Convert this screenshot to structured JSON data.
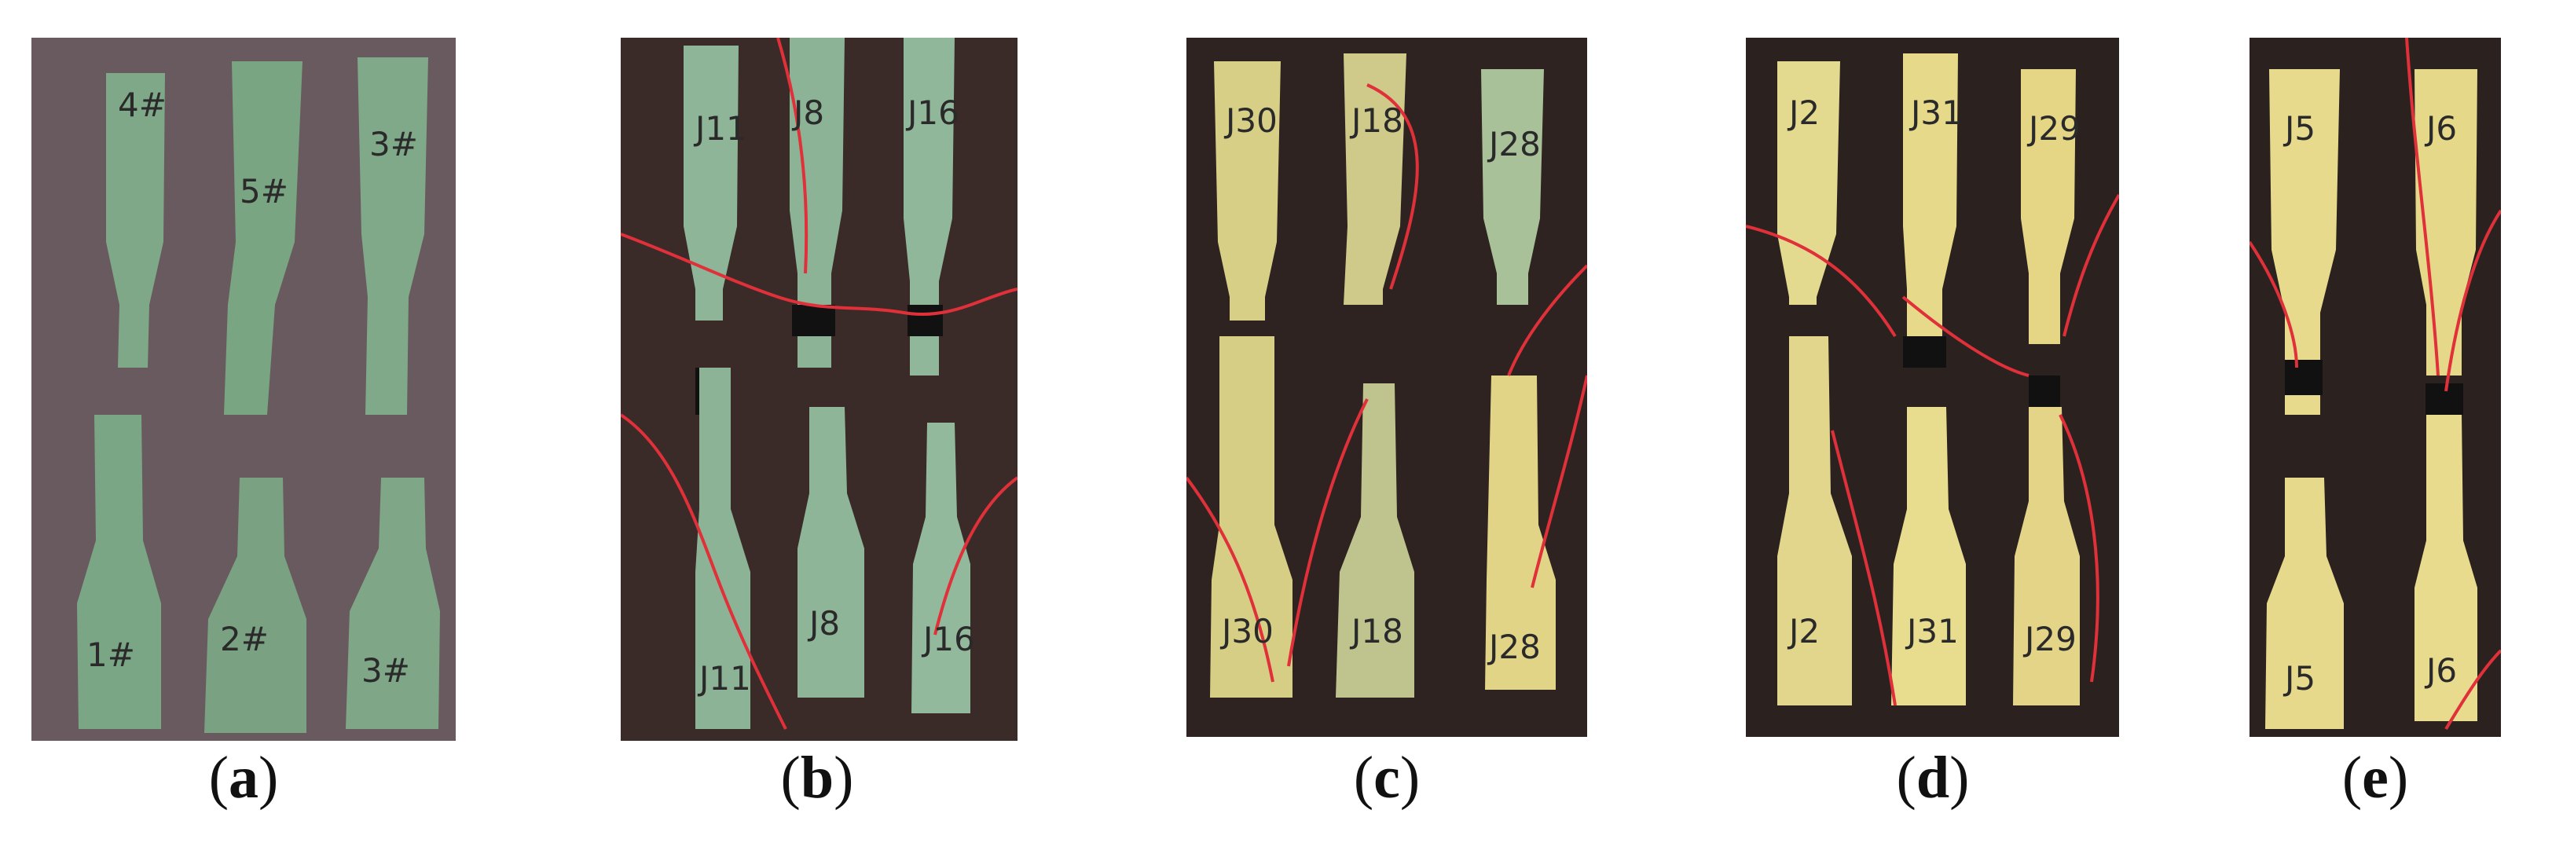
{
  "figure": {
    "panels": [
      {
        "caption_letter": "a",
        "specimen_labels_top": [
          "4#",
          "5#",
          "3#"
        ],
        "specimen_labels_bottom": [
          "1#",
          "2#",
          "3#"
        ],
        "background_color": "#4a3d42",
        "specimen_color": "#7fa888"
      },
      {
        "caption_letter": "b",
        "specimen_labels_top": [
          "J11",
          "J8",
          "J16"
        ],
        "specimen_labels_bottom": [
          "J11",
          "J8",
          "J16"
        ],
        "background_color": "#3a2a28",
        "specimen_color": "#8fb598"
      },
      {
        "caption_letter": "c",
        "specimen_labels_top": [
          "J30",
          "J18",
          "J28"
        ],
        "specimen_labels_bottom": [
          "J30",
          "J18",
          "J28"
        ],
        "background_color": "#2e2320",
        "specimen_color": "#d8cf86"
      },
      {
        "caption_letter": "d",
        "specimen_labels_top": [
          "J2",
          "J31",
          "J29"
        ],
        "specimen_labels_bottom": [
          "J2",
          "J31",
          "J29"
        ],
        "background_color": "#2b2220",
        "specimen_color": "#e3d98f"
      },
      {
        "caption_letter": "e",
        "specimen_labels_top": [
          "J5",
          "J6"
        ],
        "specimen_labels_bottom": [
          "J5",
          "J6"
        ],
        "background_color": "#2b2220",
        "specimen_color": "#e8da8c"
      }
    ]
  }
}
